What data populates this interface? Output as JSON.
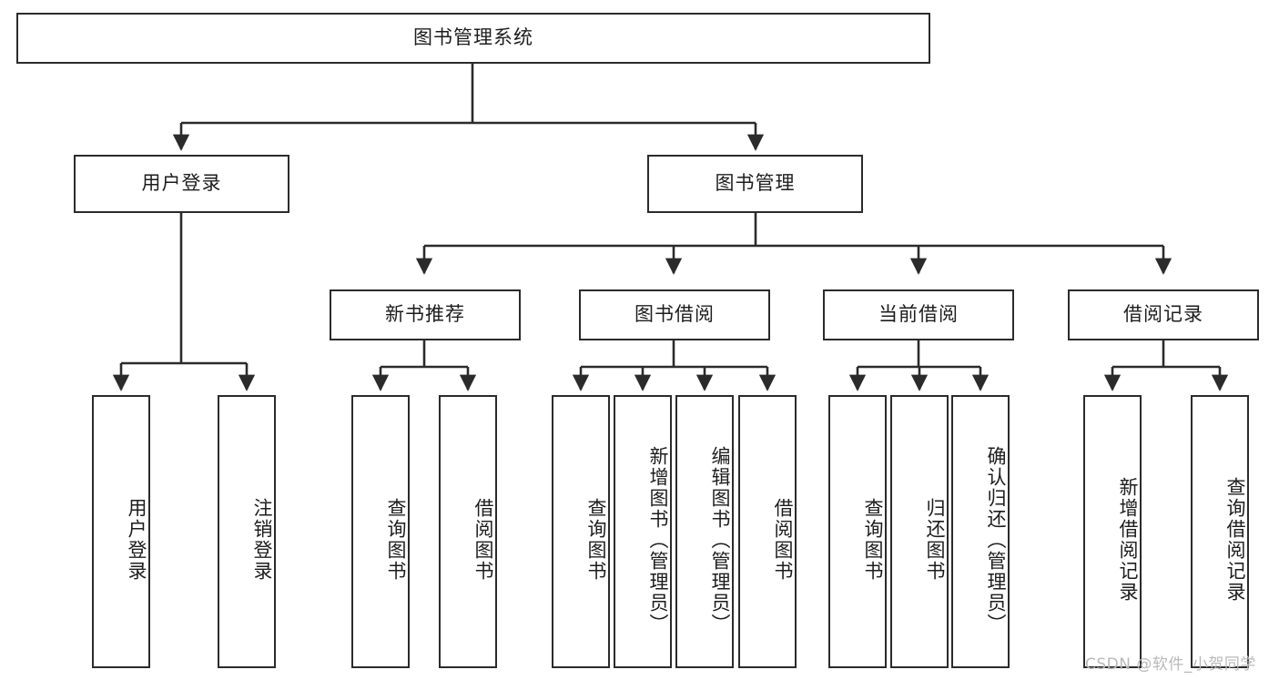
{
  "diagram": {
    "type": "tree-hierarchy",
    "title": "图书管理系统",
    "root": {
      "id": "root",
      "label": "图书管理系统"
    },
    "level1": [
      {
        "id": "user-login",
        "label": "用户登录"
      },
      {
        "id": "book-manage",
        "label": "图书管理"
      }
    ],
    "level2": [
      {
        "id": "new-book-rec",
        "label": "新书推荐",
        "parent": "book-manage"
      },
      {
        "id": "book-borrow",
        "label": "图书借阅",
        "parent": "book-manage"
      },
      {
        "id": "current-borrow",
        "label": "当前借阅",
        "parent": "book-manage"
      },
      {
        "id": "borrow-record",
        "label": "借阅记录",
        "parent": "book-manage"
      }
    ],
    "leaves": [
      {
        "id": "leaf-user-login",
        "label": "用户登录",
        "parent": "user-login"
      },
      {
        "id": "leaf-user-logout",
        "label": "注销登录",
        "parent": "user-login"
      },
      {
        "id": "leaf-query-book-1",
        "label": "查询图书",
        "parent": "new-book-rec"
      },
      {
        "id": "leaf-borrow-book-1",
        "label": "借阅图书",
        "parent": "new-book-rec"
      },
      {
        "id": "leaf-query-book-2",
        "label": "查询图书",
        "parent": "book-borrow"
      },
      {
        "id": "leaf-add-book",
        "label": "新增图书（管理员）",
        "parent": "book-borrow"
      },
      {
        "id": "leaf-edit-book",
        "label": "编辑图书（管理员）",
        "parent": "book-borrow"
      },
      {
        "id": "leaf-borrow-book-2",
        "label": "借阅图书",
        "parent": "book-borrow"
      },
      {
        "id": "leaf-query-book-3",
        "label": "查询图书",
        "parent": "current-borrow"
      },
      {
        "id": "leaf-return-book",
        "label": "归还图书",
        "parent": "current-borrow"
      },
      {
        "id": "leaf-confirm-return",
        "label": "确认归还（管理员）",
        "parent": "current-borrow"
      },
      {
        "id": "leaf-add-record",
        "label": "新增借阅记录",
        "parent": "borrow-record"
      },
      {
        "id": "leaf-query-record",
        "label": "查询借阅记录",
        "parent": "borrow-record"
      }
    ]
  },
  "watermark": {
    "text": "CSDN @软件_小贺同学"
  },
  "colors": {
    "background": "#ffffff",
    "stroke": "#2b2b2b",
    "text": "#1d1d1d",
    "watermark": "#b9b9b9"
  }
}
